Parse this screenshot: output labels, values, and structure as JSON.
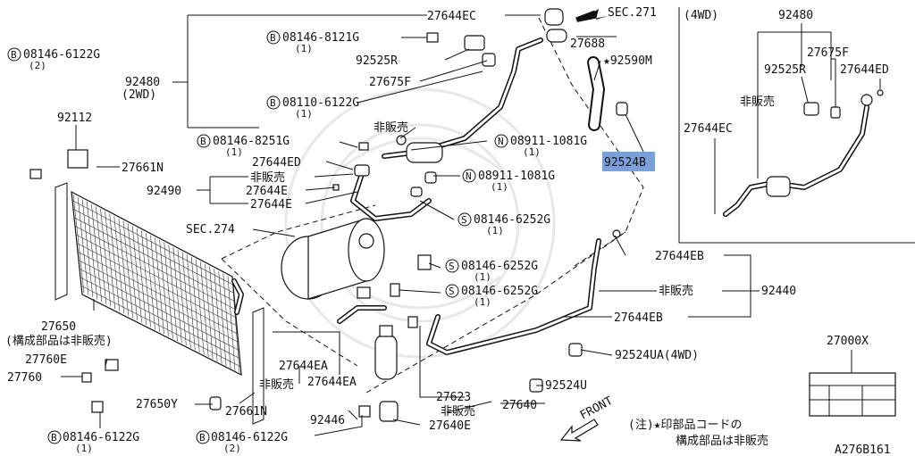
{
  "figure_code": "A276B161",
  "sec_271": "SEC.271",
  "sec_274": "SEC.274",
  "front": "FRONT",
  "note_line1": "(注)★印部品コードの",
  "note_line2": "構成部品は非販売",
  "inset_title": "(4WD)",
  "kit_number": "27000X",
  "highlight_color": "#7b9fd8",
  "labels": {
    "p27644EC": "27644EC",
    "p08146_8121G": "08146-8121G",
    "p08146_8121G_q": "(1)",
    "p92525R": "92525R",
    "p27675F": "27675F",
    "p92480": "92480",
    "p92480_sub": "(2WD)",
    "p08110_6122G": "08110-6122G",
    "p08110_6122G_q": "(1)",
    "hihanbai_1": "非販売",
    "p08146_8251G": "08146-8251G",
    "p08146_8251G_q": "(1)",
    "p27644ED": "27644ED",
    "p08146_6122G_tl": "08146-6122G",
    "p08146_6122G_tl_q": "(2)",
    "p92112": "92112",
    "p27661N_top": "27661N",
    "hihanbai_2": "非販売",
    "p92490": "92490",
    "p27644E_a": "27644E",
    "p27644E_b": "27644E",
    "p27688": "27688",
    "p92590M": "★92590M",
    "p92524B": "92524B",
    "p08911_1081G_a": "08911-1081G",
    "p08911_1081G_a_q": "(1)",
    "p08911_1081G_b": "08911-1081G",
    "p08911_1081G_b_q": "(1)",
    "p08146_6252G_a": "08146-6252G",
    "p08146_6252G_a_q": "(1)",
    "p08146_6252G_b": "08146-6252G",
    "p08146_6252G_b_q": "(1)",
    "p08146_6252G_c": "08146-6252G",
    "p08146_6252G_c_q": "(1)",
    "p27644EB_a": "27644EB",
    "hihanbai_3": "非販売",
    "p92440": "92440",
    "p27644EB_b": "27644EB",
    "p27650": "27650",
    "p27650_note": "(構成部品は非販売)",
    "p27760E": "27760E",
    "p27760": "27760",
    "p27650Y": "27650Y",
    "p27661N_bot": "27661N",
    "p08146_6122G_bl": "08146-6122G",
    "p08146_6122G_bl_q": "(1)",
    "p08146_6122G_bm": "08146-6122G",
    "p08146_6122G_bm_q": "(2)",
    "p27644EA_a": "27644EA",
    "hihanbai_4": "非販売",
    "p27644EA_b": "27644EA",
    "p92446": "92446",
    "p27623": "27623",
    "hihanbai_5": "非販売",
    "p27640": "27640",
    "p27640E": "27640E",
    "p92524UA": "92524UA(4WD)",
    "p92524U": "92524U",
    "in_92480": "92480",
    "in_27675F": "27675F",
    "in_92525R": "92525R",
    "in_27644ED": "27644ED",
    "in_hihanbai": "非販売",
    "in_27644EC": "27644EC"
  },
  "marks": {
    "bolt": "B",
    "nut": "N",
    "screw": "S"
  }
}
